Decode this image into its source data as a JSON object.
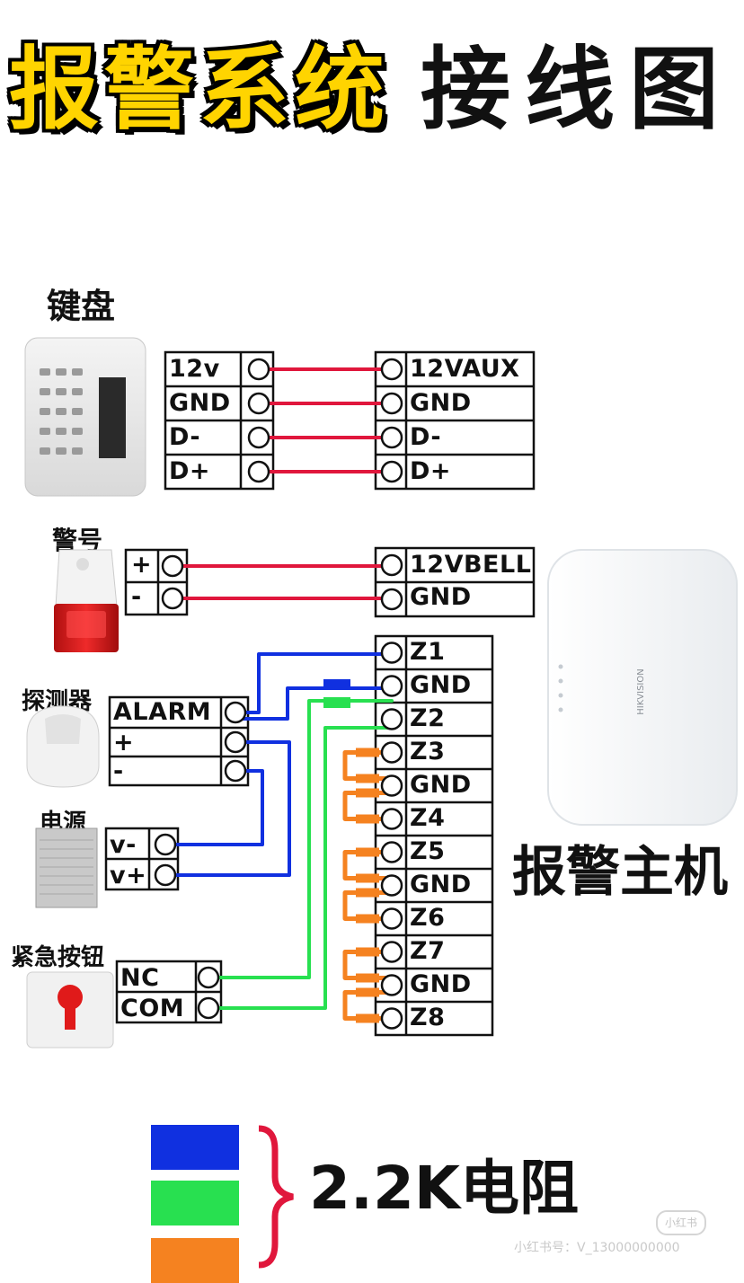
{
  "title": {
    "highlight": [
      "报",
      "警",
      "系",
      "统"
    ],
    "plain": [
      "接",
      "线",
      "图"
    ]
  },
  "devices": {
    "keypad": "键盘",
    "siren": "警号",
    "detector": "探测器",
    "power": "电源",
    "panic_button": "紧急按钮",
    "host": "报警主机"
  },
  "keypad_terminals": [
    "12v",
    "GND",
    "D-",
    "D+"
  ],
  "host_bus_terminals": [
    "12VAUX",
    "GND",
    "D-",
    "D+"
  ],
  "siren_terminals": [
    "+",
    "-"
  ],
  "host_bell_terminals": [
    "12VBELL",
    "GND"
  ],
  "detector_terminals": [
    "ALARM",
    "+",
    "-"
  ],
  "power_terminals": [
    "v-",
    "v+"
  ],
  "button_terminals": [
    "NC",
    "COM"
  ],
  "zone_terminals": [
    "Z1",
    "GND",
    "Z2",
    "Z3",
    "GND",
    "Z4",
    "Z5",
    "GND",
    "Z6",
    "Z7",
    "GND",
    "Z8"
  ],
  "legend": {
    "resistor_label": "2.2K电阻",
    "colors": [
      "#1030e0",
      "#28e050",
      "#f58220"
    ]
  },
  "watermark": {
    "logo": "小红书",
    "text": "小红书号：V_13000000000"
  },
  "colors": {
    "red_wire": "#e0173c",
    "blue_wire": "#1030e0",
    "green_wire": "#28e050",
    "orange_wire": "#f58220",
    "title_yellow": "#ffd400"
  }
}
